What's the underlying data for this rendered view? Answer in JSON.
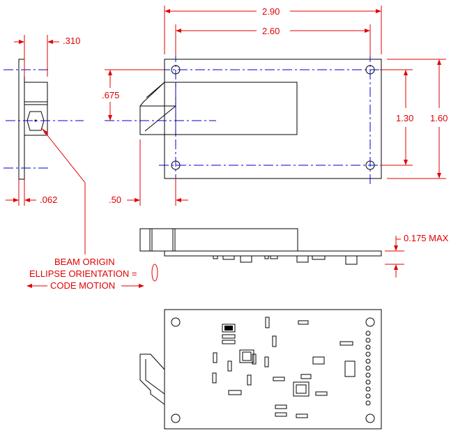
{
  "dimensions": {
    "overall_width": "2.90",
    "hole_spacing_x": "2.60",
    "overall_height": "1.60",
    "hole_spacing_y": "1.30",
    "beam_height": ".675",
    "thickness": ".310",
    "plate_thickness": ".062",
    "beam_offset": ".50",
    "max_height": "0.175  MAX"
  },
  "notes": {
    "beam_origin": "BEAM ORIGIN",
    "ellipse_orientation": "ELLIPSE ORIENTATION =",
    "code_motion": "CODE MOTION"
  },
  "colors": {
    "dimension": "#e00000",
    "centerline": "#0000cc",
    "outline": "#000000"
  }
}
